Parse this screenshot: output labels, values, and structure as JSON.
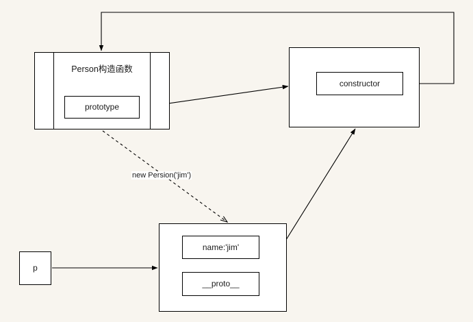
{
  "diagram": {
    "title": "JavaScript prototype chain diagram",
    "background_color": "#f8f5ef",
    "stroke_color": "#000000",
    "node_fill": "#ffffff"
  },
  "nodes": {
    "person_function": {
      "label": "Person构造函数",
      "prototype_slot": "prototype"
    },
    "prototype_object": {
      "constructor_slot": "constructor"
    },
    "instance_object": {
      "name_property": "name:'jim'",
      "proto_property": "__proto__"
    },
    "variable": {
      "label": "p"
    }
  },
  "edges": {
    "new_call": {
      "label": "new Persion('jim')",
      "style": "dashed",
      "from": "person_function",
      "to": "instance_object"
    },
    "prototype_link": {
      "label": "",
      "style": "solid",
      "from": "prototype",
      "to": "prototype_object"
    },
    "constructor_link": {
      "label": "",
      "style": "solid",
      "from": "constructor",
      "to": "person_function"
    },
    "proto_link": {
      "label": "",
      "style": "solid",
      "from": "__proto__",
      "to": "prototype_object"
    },
    "variable_link": {
      "label": "",
      "style": "solid",
      "from": "p",
      "to": "instance_object"
    }
  }
}
